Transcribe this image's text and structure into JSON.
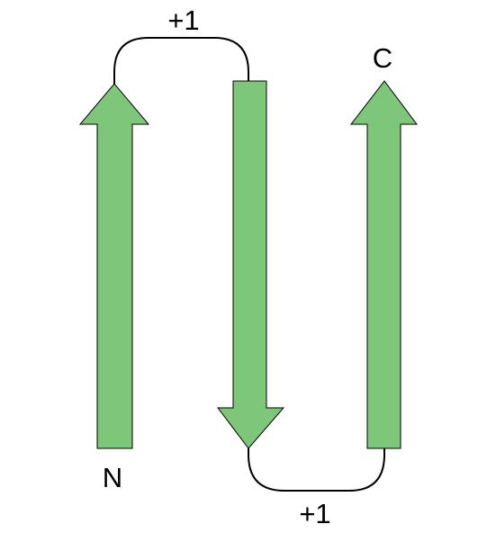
{
  "diagram": {
    "kind": "beta-sheet-topology",
    "strand_color": "#7dc67a",
    "outline_color": "#000000",
    "strands": [
      {
        "id": "strand-1",
        "direction": "up"
      },
      {
        "id": "strand-2",
        "direction": "down"
      },
      {
        "id": "strand-3",
        "direction": "up"
      }
    ],
    "loops": [
      {
        "id": "loop-top",
        "connects": [
          "strand-1",
          "strand-2"
        ],
        "label": "+1"
      },
      {
        "id": "loop-bottom",
        "connects": [
          "strand-2",
          "strand-3"
        ],
        "label": "+1"
      }
    ],
    "terminals": {
      "n_label": "N",
      "c_label": "C"
    }
  }
}
